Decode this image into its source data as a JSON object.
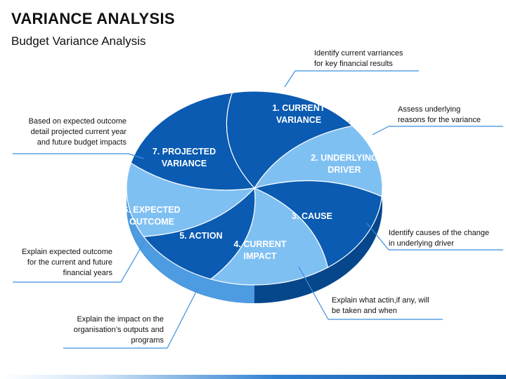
{
  "header": {
    "title": "VARIANCE ANALYSIS",
    "subtitle": "Budget Variance Analysis"
  },
  "colors": {
    "dark_blue": "#0a5bb1",
    "light_blue": "#7fc0f3",
    "side_dark": "#06478c",
    "side_light": "#4d9be0",
    "leader_line": "#3a8ee0"
  },
  "segments": [
    {
      "line1": "1. CURRENT",
      "line2": "VARIANCE"
    },
    {
      "line1": "2. UNDERLYING",
      "line2": "DRIVER"
    },
    {
      "line1": "3. CAUSE",
      "line2": ""
    },
    {
      "line1": "4. CURRENT",
      "line2": "IMPACT"
    },
    {
      "line1": "5. ACTION",
      "line2": ""
    },
    {
      "line1": "6. EXPECTED",
      "line2": "OUTCOME"
    },
    {
      "line1": "7. PROJECTED",
      "line2": "VARIANCE"
    }
  ],
  "callouts": [
    {
      "lines": [
        "Identify current varriances",
        "for key financial results"
      ]
    },
    {
      "lines": [
        "Assess underlying",
        "reasons for the variance"
      ]
    },
    {
      "lines": [
        "Identify causes of the change",
        "in underlying driver"
      ]
    },
    {
      "lines": [
        "Explain what actin,if any, will",
        "be taken and when"
      ]
    },
    {
      "lines": [
        "Explain the impact on the",
        "organisation’s outputs and",
        "programs"
      ]
    },
    {
      "lines": [
        "Explain expected outcome",
        "for the current and future",
        "financial years"
      ]
    },
    {
      "lines": [
        "Based on expected outcome",
        "detail projected current year",
        "and future budget impacts"
      ]
    }
  ]
}
